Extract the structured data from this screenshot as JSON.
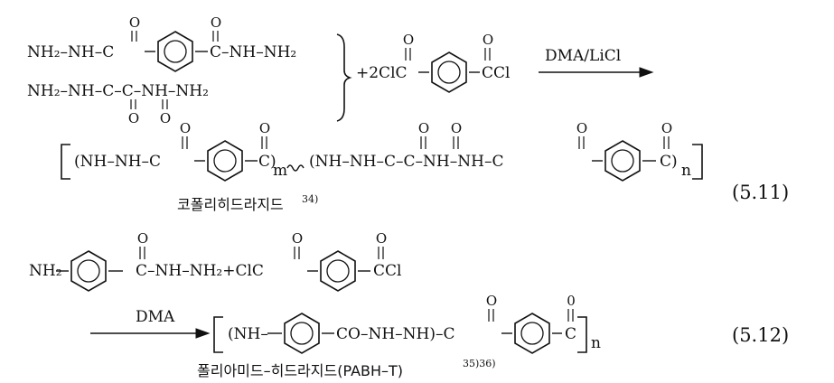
{
  "reaction_1": {
    "monomer_a": {
      "left": "NH₂–NH–C",
      "right": "C–NH–NH₂",
      "o_left": "O",
      "o_right": "O"
    },
    "monomer_b": {
      "text": "NH₂–NH–C–C–NH–NH₂",
      "o_1": "O",
      "o_2": "O"
    },
    "plus_coefficient": "+2ClC",
    "o_reagent_1": "O",
    "o_reagent_2": "O",
    "reagent_right": "CCl",
    "conditions": "DMA/LiCl",
    "product": {
      "segment_1": "(NH–NH–C",
      "close_1": "C)",
      "subscript_m": "m",
      "segment_2": "(NH–NH–C–C–NH–NH–C",
      "close_2": "C)",
      "subscript_n": "n",
      "o_labels": [
        "O",
        "O",
        "O",
        "O",
        "O",
        "O"
      ]
    },
    "product_name": "코폴리히드라지드",
    "product_ref": "34)",
    "equation_number": "(5.11)"
  },
  "reaction_2": {
    "monomer": "NH₂",
    "monomer_rest": "C–NH–NH₂+ClC",
    "o_1": "O",
    "o_2": "O",
    "reagent_right": "CCl",
    "o_3": "O",
    "conditions": "DMA",
    "product": {
      "start": "(NH–",
      "middle": "CO–NH–NH)–C",
      "end": "C",
      "subscript_n": "n",
      "o_1": "O",
      "o_2": "0"
    },
    "product_name": "폴리아미드–히드라지드(PABH–T)",
    "product_ref": "35)36)",
    "equation_number": "(5.12)"
  },
  "icons": [
    "benzene-ring-icon",
    "reaction-arrow-icon",
    "right-brace-icon",
    "wavy-bond-icon"
  ]
}
